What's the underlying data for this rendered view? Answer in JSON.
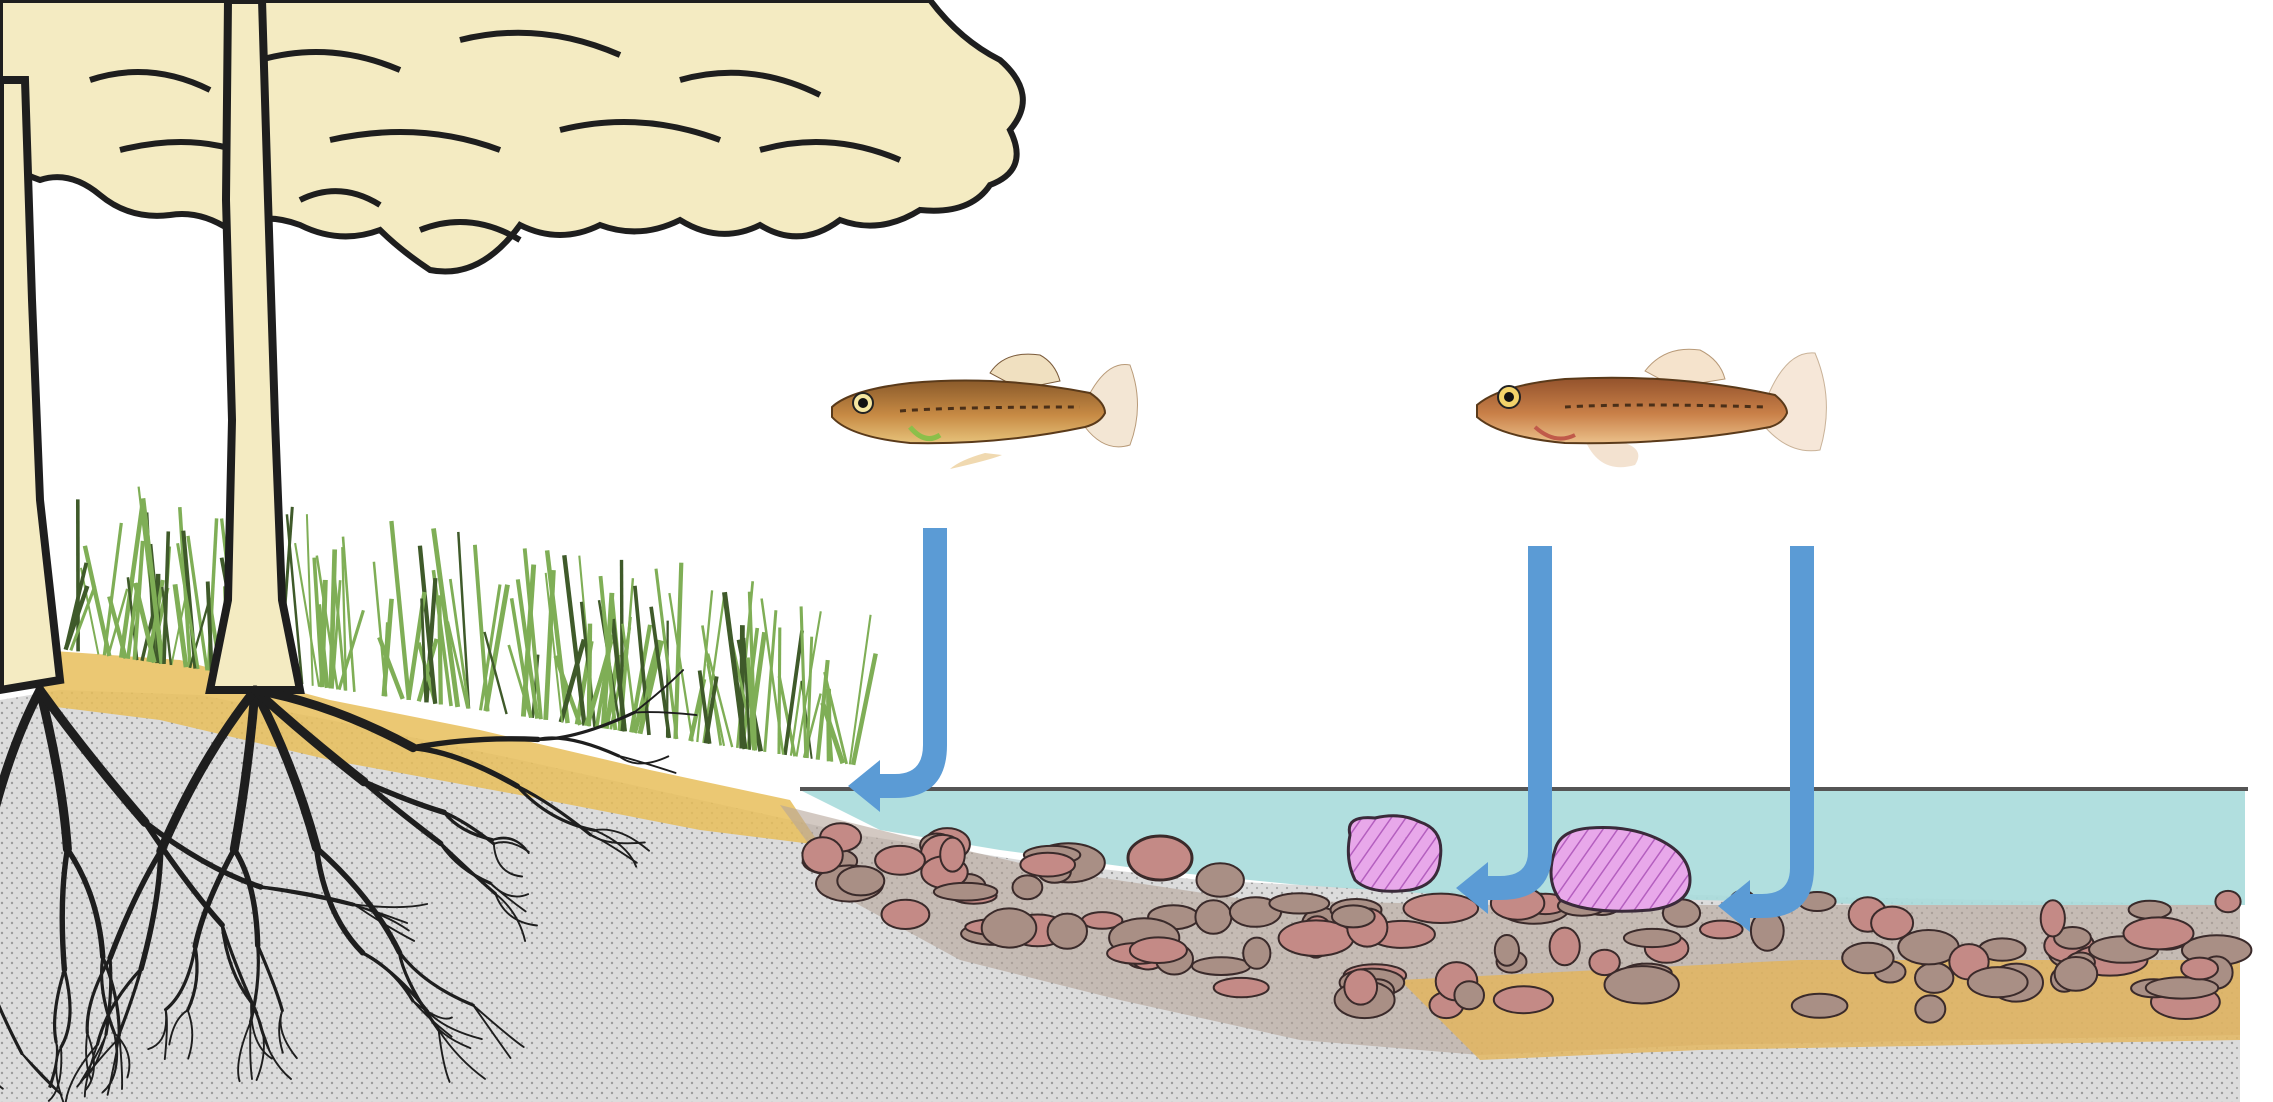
{
  "diagram": {
    "type": "habitat-illustration",
    "text_labels": [],
    "fish": [
      {
        "id": "fish-left",
        "icon": "fish-icon"
      },
      {
        "id": "fish-right",
        "icon": "fish-icon"
      }
    ],
    "arrows": [
      {
        "id": "arrow-1",
        "from": "fish-left",
        "points_to": "shoreline-vegetation-bank"
      },
      {
        "id": "arrow-2",
        "from": "fish-right",
        "points_to": "submerged-pink-rock-left"
      },
      {
        "id": "arrow-3",
        "from": "fish-right",
        "points_to": "submerged-pink-rock-right"
      }
    ],
    "colors": {
      "arrow": "#5B9BD5",
      "water": "#A9DCDB",
      "soil": "#D9D9D9",
      "sand": "#E7BE5A",
      "pebbles": "#C48A86",
      "pink_rocks": "#E6A6E6",
      "foliage": "#F4EBC2",
      "grass": "#8CBF5C",
      "fish_body": "#B8743A",
      "ink": "#1E1E1E"
    }
  }
}
